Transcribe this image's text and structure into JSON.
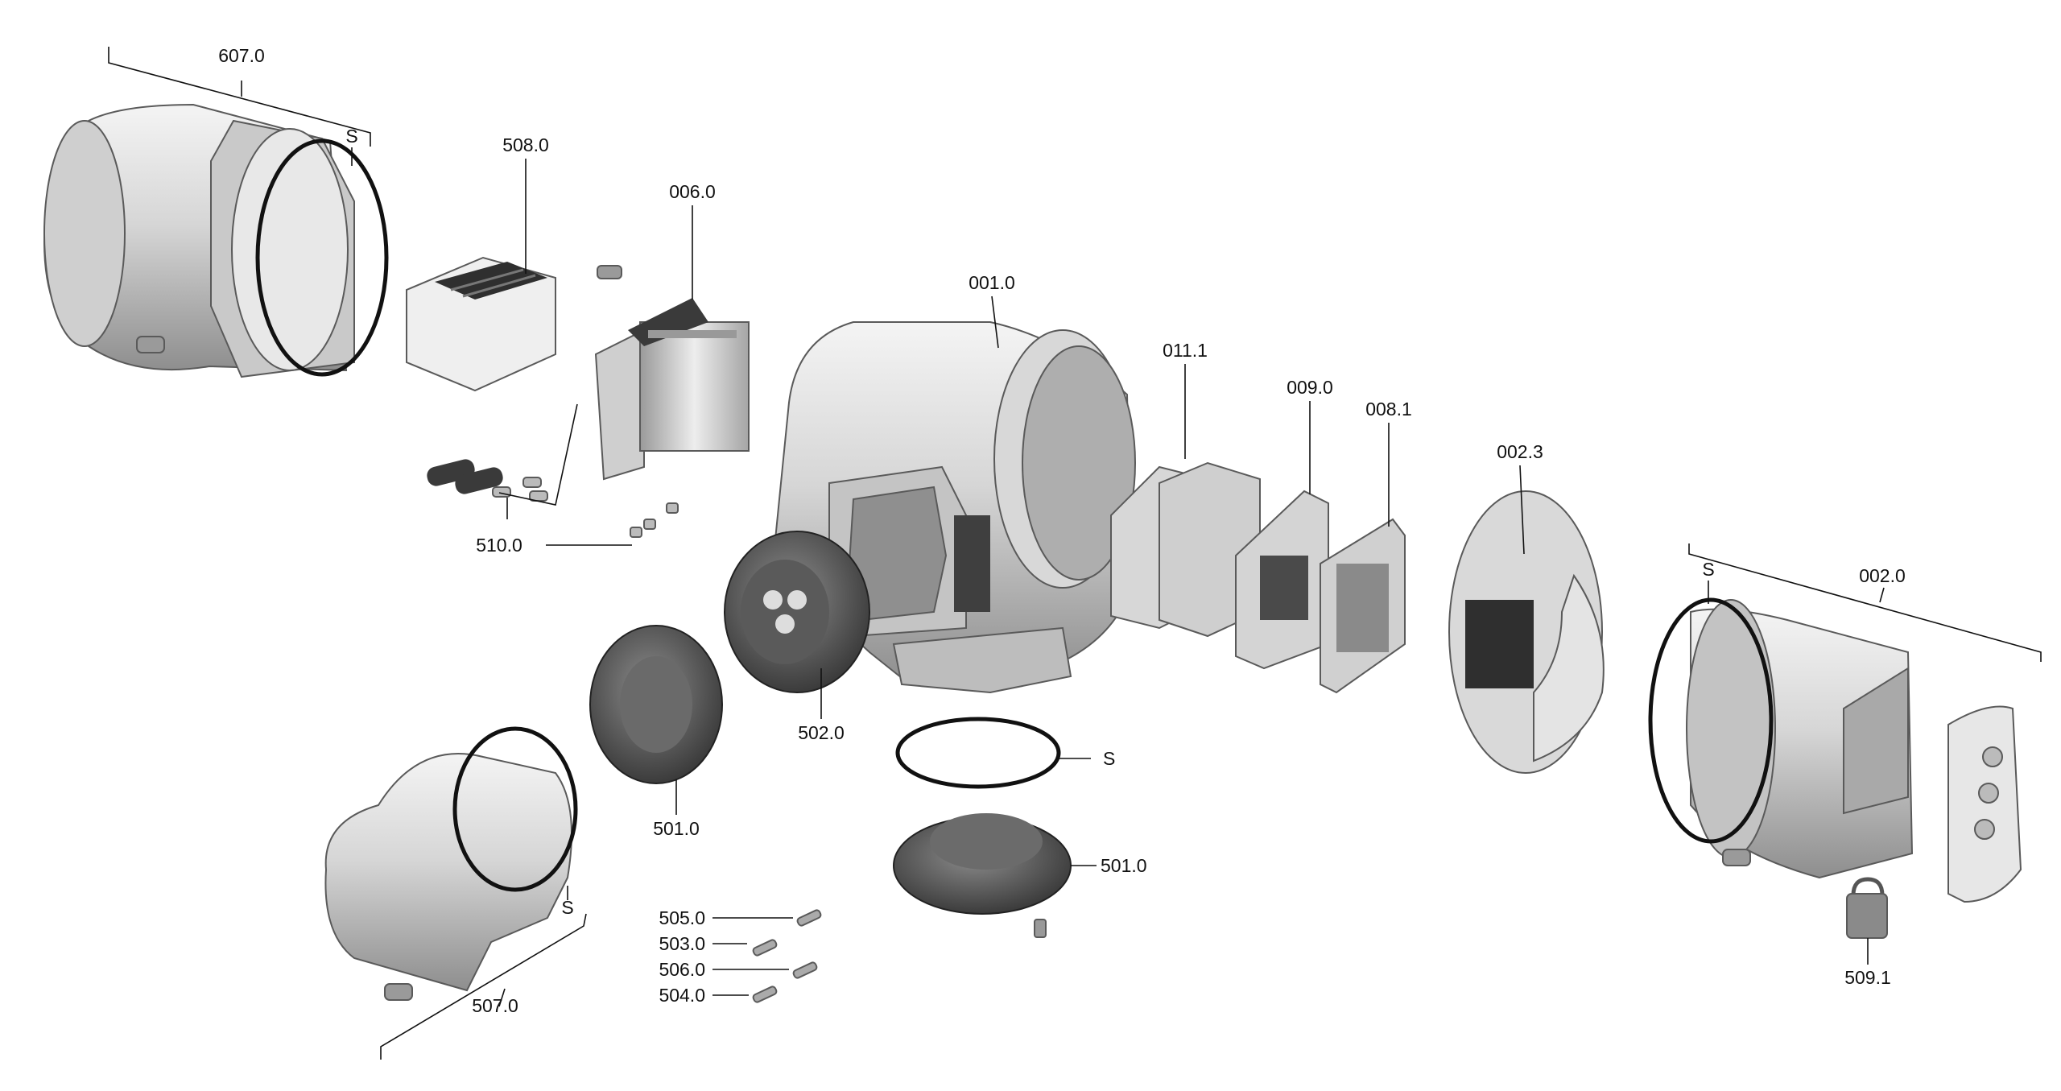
{
  "labels": {
    "l607": "607.0",
    "l607_s": "S",
    "l508": "508.0",
    "l006": "006.0",
    "l001": "001.0",
    "l011_1": "011.1",
    "l009": "009.0",
    "l008_1": "008.1",
    "l002_3": "002.3",
    "l002": "002.0",
    "l002_s": "S",
    "l510": "510.0",
    "l502": "502.0",
    "l501_a": "501.0",
    "l501_b": "501.0",
    "ring_s": "S",
    "l507": "507.0",
    "l507_s": "S",
    "l505": "505.0",
    "l503": "503.0",
    "l506": "506.0",
    "l504": "504.0",
    "l509_1": "509.1"
  },
  "colors": {
    "metal_light": "#e9e9e9",
    "metal_mid": "#bdbdbd",
    "metal_dark": "#7a7a7a",
    "dark_part": "#3a3a3a",
    "line": "#111111"
  }
}
